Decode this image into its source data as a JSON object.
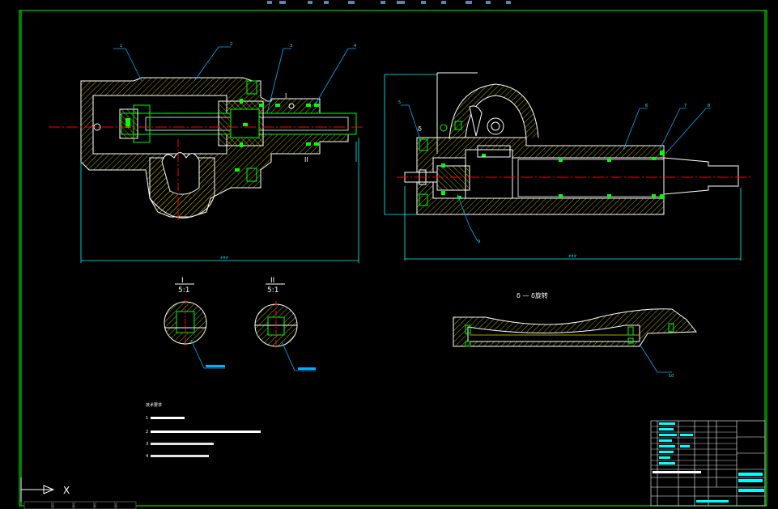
{
  "section_I": {
    "label": "I",
    "scale": "5:1"
  },
  "section_II": {
    "label": "II",
    "scale": "5:1"
  },
  "section_view": {
    "label": "δ — δ旋转"
  },
  "callouts": [
    "1",
    "2",
    "3",
    "4",
    "5",
    "6",
    "7",
    "8",
    "9",
    "10"
  ],
  "notes": {
    "title": "技术要求",
    "items": [
      "1",
      "2",
      "3",
      "4"
    ]
  },
  "ucs": {
    "x_label": "X"
  },
  "colors": {
    "background": "#000000",
    "outline": "#ffffff",
    "geometry": "#00ff00",
    "hatch": "#a8a800",
    "dimension": "#00ffff",
    "centerline": "#ff0000",
    "border": "#00ff00",
    "leader": "#00b0ff"
  }
}
